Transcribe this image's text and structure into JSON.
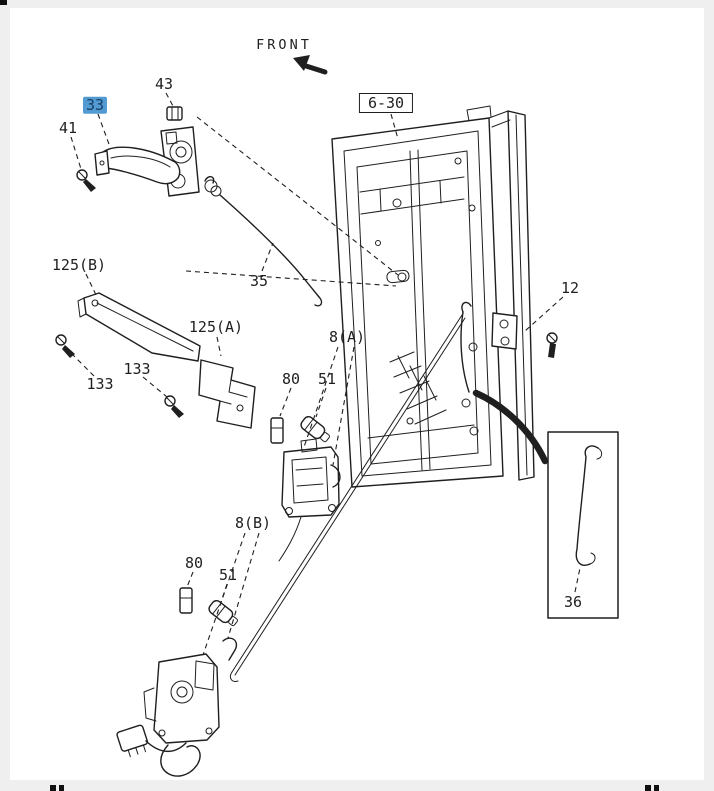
{
  "page": {
    "background": "#efefef",
    "canvas_background": "#ffffff",
    "line_color": "#1f1f1f",
    "highlight_bg": "#529bd2",
    "highlight_text": "#1a3e66"
  },
  "diagram": {
    "front_label": "FRONT",
    "ref_box_label": "6-30",
    "callouts": {
      "c43": "43",
      "c33": "33",
      "c41": "41",
      "c35": "35",
      "c125b": "125(B)",
      "c133a": "133",
      "c133b": "133",
      "c125a": "125(A)",
      "c8a": "8(A)",
      "c80a": "80",
      "c51a": "51",
      "c8b": "8(B)",
      "c80b": "80",
      "c51b": "51",
      "c12": "12",
      "c36": "36"
    }
  }
}
